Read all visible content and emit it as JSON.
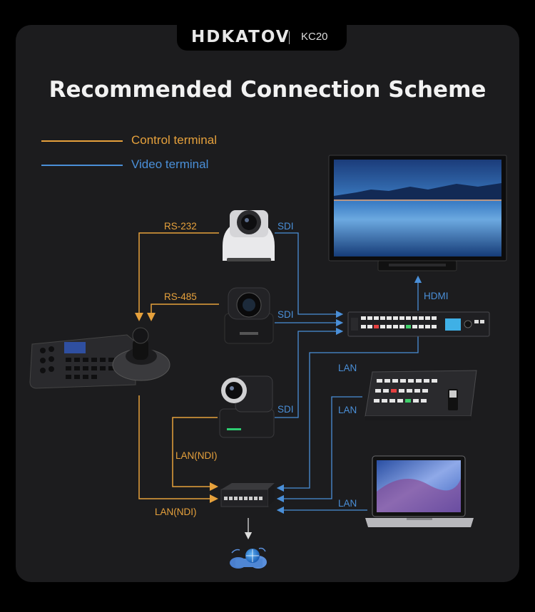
{
  "header": {
    "brand": "HDKATOV",
    "model": "KC20"
  },
  "title": "Recommended Connection Scheme",
  "legend": [
    {
      "label": "Control terminal",
      "color": "#e6a13c"
    },
    {
      "label": "Video terminal",
      "color": "#4a8fd8"
    }
  ],
  "connections": {
    "rs232": "RS-232",
    "rs485": "RS-485",
    "sdi_1": "SDI",
    "sdi_2": "SDI",
    "sdi_3": "SDI",
    "hdmi": "HDMI",
    "lan_1": "LAN",
    "lan_2": "LAN",
    "lan_3": "LAN",
    "lan_ndi_1": "LAN(NDI)",
    "lan_ndi_2": "LAN(NDI)"
  },
  "colors": {
    "control": "#e6a13c",
    "video": "#4a8fd8",
    "background": "#1c1c1e"
  },
  "devices": {
    "controller": "ptz-keyboard-controller-icon",
    "camera1": "ptz-camera-white-icon",
    "camera2": "ptz-camera-black-icon",
    "camera3": "ptz-camera-ndi-icon",
    "monitor": "monitor-icon",
    "switcher_rack": "video-switcher-rack-icon",
    "switcher_panel": "video-switcher-panel-icon",
    "laptop": "laptop-icon",
    "network_switch": "network-switch-icon",
    "cloud": "cloud-network-icon"
  }
}
